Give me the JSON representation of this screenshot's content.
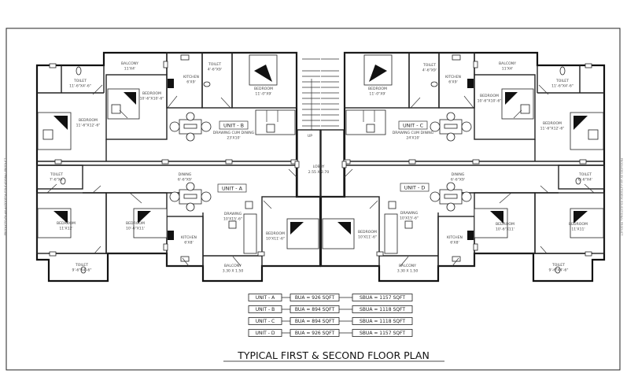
{
  "title": "TYPICAL FIRST & SECOND FLOOR PLAN",
  "watermark": "PRODUCED BY AN AUTODESK EDUCATIONAL PRODUCT",
  "lobby": {
    "up": "UP",
    "name": "LOBBY",
    "dim": "2.55 X 2.70"
  },
  "unit_b": {
    "tag": "UNIT - B",
    "rooms": [
      {
        "name": "BALCONY",
        "dim": "11'X4'"
      },
      {
        "name": "TOILET",
        "dim": "11'-6\"X4'-6\""
      },
      {
        "name": "KITCHEN",
        "dim": "6'X9'"
      },
      {
        "name": "TOILET",
        "dim": "4'-6\"X9'"
      },
      {
        "name": "BEDROOM",
        "dim": "11'-0\"X9'"
      },
      {
        "name": "BEDROOM",
        "dim": "10'-6\"X10'-6\""
      },
      {
        "name": "BEDROOM",
        "dim": "11'-6\"X12'-6\""
      },
      {
        "name": "DRAWING CUM DINING",
        "dim": "23'X10'"
      }
    ]
  },
  "unit_c": {
    "tag": "UNIT - C",
    "rooms": [
      {
        "name": "BEDROOM",
        "dim": "11'-0\"X9'"
      },
      {
        "name": "TOILET",
        "dim": "4'-6\"X9'"
      },
      {
        "name": "KITCHEN",
        "dim": "6'X9'"
      },
      {
        "name": "BALCONY",
        "dim": "11'X4'"
      },
      {
        "name": "TOILET",
        "dim": "11'-6\"X4'-6\""
      },
      {
        "name": "BEDROOM",
        "dim": "10'-6\"X10'-6\""
      },
      {
        "name": "BEDROOM",
        "dim": "11'-6\"X12'-6\""
      },
      {
        "name": "DRAWING CUM DINING",
        "dim": "24'X10'"
      }
    ]
  },
  "unit_a": {
    "tag": "UNIT - A",
    "rooms": [
      {
        "name": "TOILET",
        "dim": "7'-6\"X4'"
      },
      {
        "name": "DINING",
        "dim": "6'-6\"X9'"
      },
      {
        "name": "BEDROOM",
        "dim": "11'X12'"
      },
      {
        "name": "BEDROOM",
        "dim": "10'-6\"X11'"
      },
      {
        "name": "DRAWING",
        "dim": "10'X15'-6\""
      },
      {
        "name": "KITCHEN",
        "dim": "6'X8'"
      },
      {
        "name": "BEDROOM",
        "dim": "10'X11'-6\""
      },
      {
        "name": "BALCONY",
        "dim": "3.30 X 1.50"
      },
      {
        "name": "TOILET",
        "dim": "9'-6\"X4'-6\""
      }
    ]
  },
  "unit_d": {
    "tag": "UNIT - D",
    "rooms": [
      {
        "name": "DINING",
        "dim": "6'-6\"X9'"
      },
      {
        "name": "DRAWING",
        "dim": "10'X15'-6\""
      },
      {
        "name": "BEDROOM",
        "dim": "10'X11'-6\""
      },
      {
        "name": "KITCHEN",
        "dim": "6'X8'"
      },
      {
        "name": "BEDROOM",
        "dim": "10'-6\"X11'"
      },
      {
        "name": "BEDROOM",
        "dim": "11'X11'"
      },
      {
        "name": "TOILET",
        "dim": "6'-6\"X4'"
      },
      {
        "name": "TOILET",
        "dim": "9'-6\"X4'-6\""
      },
      {
        "name": "BALCONY",
        "dim": "3.30 X 1.50"
      }
    ]
  },
  "area_table": [
    {
      "unit": "UNIT - A",
      "bua": "BUA = 926 SQFT",
      "sbua": "SBUA = 1157 SQFT"
    },
    {
      "unit": "UNIT - B",
      "bua": "BUA = 894 SQFT",
      "sbua": "SBUA = 1118 SQFT"
    },
    {
      "unit": "UNIT - C",
      "bua": "BUA = 894 SQFT",
      "sbua": "SBUA = 1118 SQFT"
    },
    {
      "unit": "UNIT - D",
      "bua": "BUA = 926 SQFT",
      "sbua": "SBUA = 1157 SQFT"
    }
  ]
}
